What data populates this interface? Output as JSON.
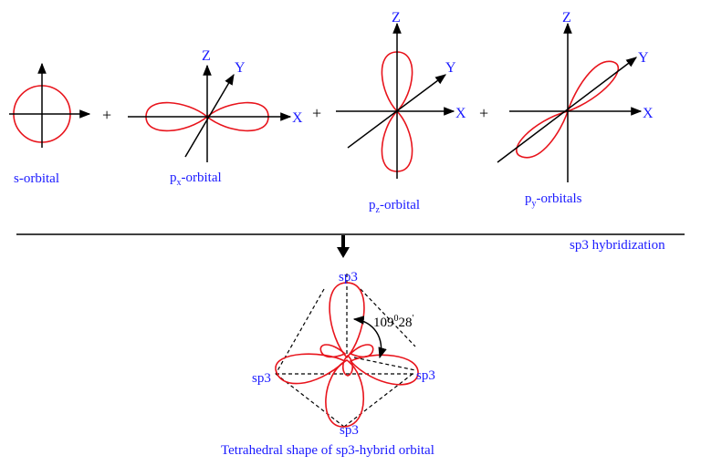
{
  "orbitals": {
    "s": {
      "label": "s-orbital"
    },
    "px": {
      "prefix": "p",
      "sub": "x",
      "suffix": "-orbital",
      "axis_x": "X",
      "axis_y": "Y",
      "axis_z": "Z"
    },
    "pz": {
      "prefix": "p",
      "sub": "z",
      "suffix": "-orbital",
      "axis_x": "X",
      "axis_y": "Y",
      "axis_z": "Z"
    },
    "py": {
      "prefix": "p",
      "sub": "y",
      "suffix": "-orbitals",
      "axis_x": "X",
      "axis_y": "Y",
      "axis_z": "Z"
    }
  },
  "plus_sign": "+",
  "divider_caption": "sp3 hybridization",
  "hybrid": {
    "lobe_top": "sp3",
    "lobe_left": "sp3",
    "lobe_right": "sp3",
    "lobe_bottom": "sp3",
    "angle_main": "109",
    "angle_sup": "0",
    "angle_rest": "28",
    "angle_prime": "'",
    "caption": "Tetrahedral shape of sp3-hybrid orbital"
  },
  "colors": {
    "orbital": "#e8141c",
    "label": "#1a1aff",
    "line": "#000000"
  }
}
